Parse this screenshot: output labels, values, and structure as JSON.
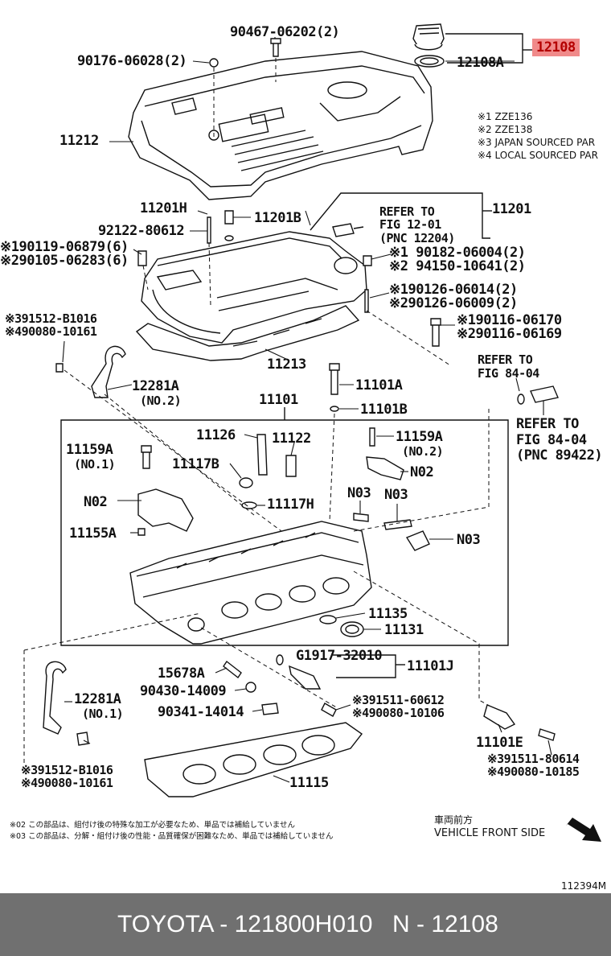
{
  "labels": {
    "p90467": "90467-06202(2)",
    "p12108": "12108",
    "p90176": "90176-06028(2)",
    "p12108A": "12108A",
    "p11212": "11212",
    "n1": "※1 ZZE136",
    "n2": "※2 ZZE138",
    "n3": "※3 JAPAN SOURCED PAR",
    "n4": "※4 LOCAL SOURCED PAR",
    "p11201H": "11201H",
    "p11201B": "11201B",
    "p92122": "92122-80612",
    "refer1a": "REFER TO",
    "refer1b": "FIG 12-01",
    "refer1c": "(PNC 12204)",
    "p11201": "11201",
    "p90119": "※190119-06879(6)",
    "p90105": "※290105-06283(6)",
    "p90182": "※1 90182-06004(2)",
    "p94150": "※2 94150-10641(2)",
    "p90126a": "※190126-06014(2)",
    "p90126b": "※290126-06009(2)",
    "p91512a": "※391512-B1016",
    "p90080a": "※490080-10161",
    "p90116a": "※190116-06170",
    "p90116b": "※290116-06169",
    "p11213": "11213",
    "refer2a": "REFER TO",
    "refer2b": "FIG 84-04",
    "p12281Aa": "12281A",
    "p12281Aa_sub": "(NO.2)",
    "p11101A": "11101A",
    "p11101": "11101",
    "p11101B": "11101B",
    "refer3a": "REFER TO",
    "refer3b": "FIG 84-04",
    "refer3c": "(PNC 89422)",
    "p11126": "11126",
    "p11122": "11122",
    "p11159Aa": "11159A",
    "p11159Aa_sub": "(NO.1)",
    "p11159Ab": "11159A",
    "p11159Ab_sub": "(NO.2)",
    "p11117B": "11117B",
    "pN02a": "N02",
    "pN02b": "N02",
    "p11117H": "11117H",
    "pN03a": "N03",
    "pN03b": "N03",
    "pN03c": "N03",
    "p11155A": "11155A",
    "p11135": "11135",
    "p11131": "11131",
    "pG1917": "G1917-32010",
    "p11101J": "11101J",
    "p15678A": "15678A",
    "p90430": "90430-14009",
    "p90341": "90341-14014",
    "p12281Ab": "12281A",
    "p12281Ab_sub": "(NO.1)",
    "p91511a": "※391511-60612",
    "p90080b": "※490080-10106",
    "p11101E": "11101E",
    "p91512b": "※391512-B1016",
    "p90080c": "※490080-10161",
    "p11115": "11115",
    "p91511b": "※391511-80614",
    "p90080d": "※490080-10185",
    "jp1": "※02 この部品は、組付け後の特殊な加工が必要なため、単品では補給していません",
    "jp2": "※03 この部品は、分解・組付け後の性能・品質確保が困難なため、単品では補給していません",
    "front_jp": "車両前方",
    "front_en": "VEHICLE FRONT SIDE",
    "illus_id": "112394M"
  },
  "footer": {
    "brand_part": "TOYOTA - 121800H010",
    "ref": "N - 12108"
  },
  "colors": {
    "highlight_bg": "#f08a8a",
    "highlight_text": "#b40000",
    "footer_bg": "#707070"
  }
}
